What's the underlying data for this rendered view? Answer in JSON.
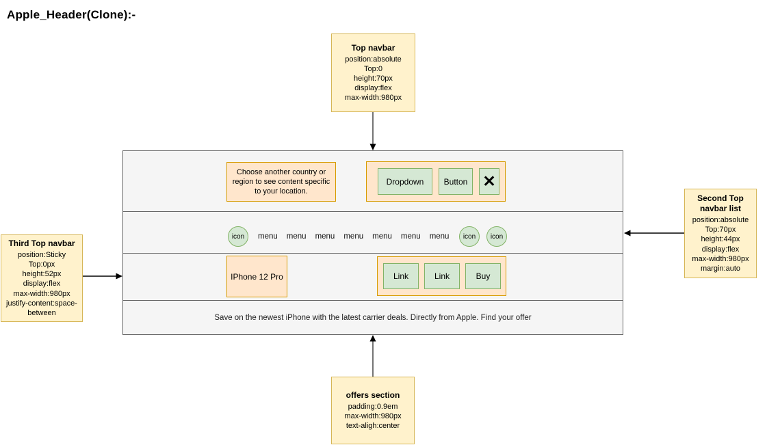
{
  "page": {
    "title": "Apple_Header(Clone):-"
  },
  "notes": {
    "top": {
      "title": "Top navbar",
      "lines": [
        "position:absolute",
        "Top:0",
        "height:70px",
        "display:flex",
        "max-width:980px"
      ]
    },
    "left": {
      "title": "Third Top navbar",
      "lines": [
        "position:Sticky",
        "Top:0px",
        "height:52px",
        "display:flex",
        "max-width:980px",
        "justify-content:space-between"
      ]
    },
    "right": {
      "title": "Second Top navbar list",
      "lines": [
        "position:absolute",
        "Top:70px",
        "height:44px",
        "display:flex",
        "max-width:980px",
        "margin:auto"
      ]
    },
    "bottom": {
      "title": "offers section",
      "lines": [
        "padding:0.9em",
        "max-width:980px",
        "text-aligh:center"
      ]
    }
  },
  "header_mock": {
    "top_navbar": {
      "country_notice": "Choose another country or region to see content specific to your location.",
      "dropdown_label": "Dropdown",
      "button_label": "Button",
      "close_icon_glyph": "✕"
    },
    "navbar_list": {
      "left_icon_label": "icon",
      "menu_items": [
        "menu",
        "menu",
        "menu",
        "menu",
        "menu",
        "menu",
        "menu"
      ],
      "right_icons": [
        "icon",
        "icon"
      ]
    },
    "third_navbar": {
      "product_label": "IPhone 12 Pro",
      "actions": [
        "Link",
        "Link",
        "Buy"
      ]
    },
    "offers": {
      "text": "Save on the newest iPhone with the latest carrier deals. Directly from Apple. Find your offer"
    }
  },
  "colors": {
    "note_fill": "#FFF2CC",
    "note_border": "#D6B656",
    "orange_fill": "#FFE6CC",
    "orange_border": "#D79B00",
    "green_fill": "#D5E8D4",
    "green_border": "#82B366",
    "row_fill": "#F5F5F5",
    "row_border": "#666666",
    "arrow": "#000000"
  }
}
